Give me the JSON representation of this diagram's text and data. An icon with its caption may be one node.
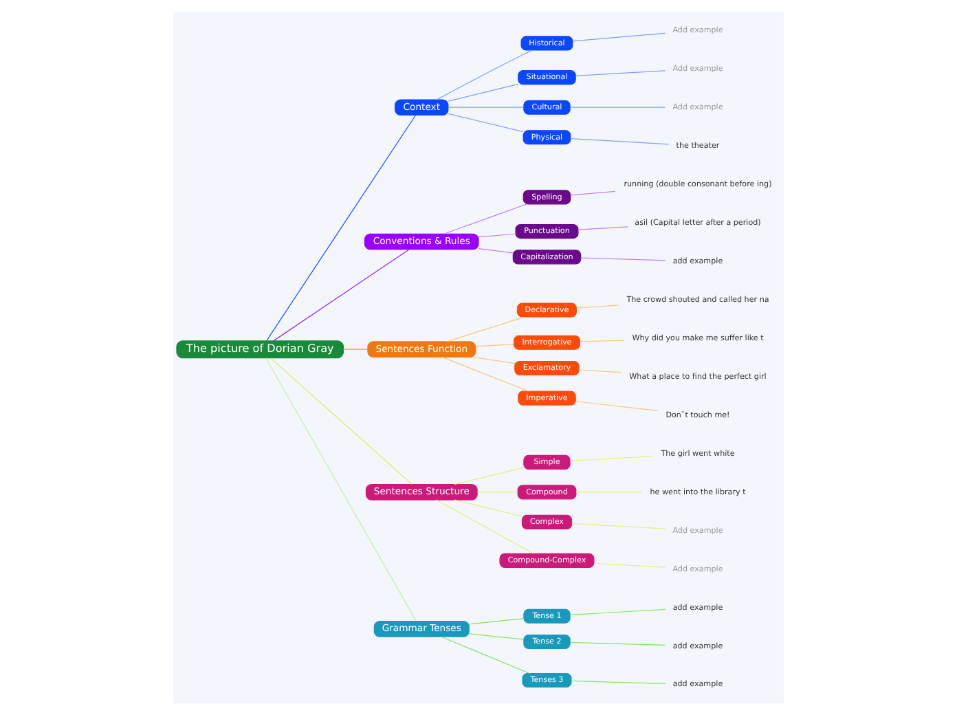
{
  "diagram": {
    "nodes": [
      {
        "text": [
          "The picture of Dorian Gray"
        ]
      },
      {
        "text": [
          "Context"
        ]
      },
      {
        "text": [
          "Historical"
        ]
      },
      {
        "text": [
          "Add example"
        ]
      },
      {
        "text": [
          "Situational"
        ]
      },
      {
        "text": [
          "Add example"
        ]
      },
      {
        "text": [
          "Cultural"
        ]
      },
      {
        "text": [
          "Add example"
        ]
      },
      {
        "text": [
          "Physical"
        ]
      },
      {
        "text": [
          "the theater"
        ]
      },
      {
        "text": [
          "Conventions & Rules"
        ]
      },
      {
        "text": [
          "Spelling"
        ]
      },
      {
        "text": [
          "running (double consonant before ing)"
        ]
      },
      {
        "text": [
          "Punctuation"
        ]
      },
      {
        "text": [
          "asil (Capital letter after a period)"
        ]
      },
      {
        "text": [
          "Capitalization"
        ]
      },
      {
        "text": [
          "add example"
        ]
      },
      {
        "text": [
          "Sentences Function"
        ]
      },
      {
        "text": [
          "Declarative"
        ]
      },
      {
        "text": [
          "The crowd shouted and called her na"
        ]
      },
      {
        "text": [
          "Interrogative"
        ]
      },
      {
        "text": [
          "Why did you make me suffer like t"
        ]
      },
      {
        "text": [
          "Exclamatory"
        ]
      },
      {
        "text": [
          "What a place to find the perfect girl"
        ]
      },
      {
        "text": [
          "Imperative"
        ]
      },
      {
        "text": [
          "Don¨t touch me!"
        ]
      },
      {
        "text": [
          "Sentences Structure"
        ]
      },
      {
        "text": [
          "Simple"
        ]
      },
      {
        "text": [
          "The girl went white"
        ]
      },
      {
        "text": [
          "Compound"
        ]
      },
      {
        "text": [
          "he went into the library t"
        ]
      },
      {
        "text": [
          "Complex"
        ]
      },
      {
        "text": [
          "Add example"
        ]
      },
      {
        "text": [
          "Compound-Complex"
        ]
      },
      {
        "text": [
          "Add example"
        ]
      },
      {
        "text": [
          "Grammar Tenses"
        ]
      },
      {
        "text": [
          "Tense 1"
        ]
      },
      {
        "text": [
          "add example"
        ]
      },
      {
        "text": [
          "Tense 2"
        ]
      },
      {
        "text": [
          "add example"
        ]
      },
      {
        "text": [
          "Tenses 3"
        ]
      },
      {
        "text": [
          "add example"
        ]
      }
    ],
    "edges": [
      {
        "from": 0,
        "to": 1,
        "arrow": "none",
        "color": "#1f4fff"
      },
      {
        "from": 1,
        "to": 2,
        "arrow": "none",
        "color": "#7f9dff"
      },
      {
        "from": 2,
        "to": 3,
        "arrow": "none",
        "color": "#7f9dff"
      },
      {
        "from": 1,
        "to": 4,
        "arrow": "none",
        "color": "#7f9dff"
      },
      {
        "from": 4,
        "to": 5,
        "arrow": "none",
        "color": "#7f9dff"
      },
      {
        "from": 1,
        "to": 6,
        "arrow": "none",
        "color": "#7f9dff"
      },
      {
        "from": 6,
        "to": 7,
        "arrow": "none",
        "color": "#7f9dff"
      },
      {
        "from": 1,
        "to": 8,
        "arrow": "none",
        "color": "#7f9dff"
      },
      {
        "from": 8,
        "to": 9,
        "arrow": "none",
        "color": "#7f9dff"
      },
      {
        "from": 0,
        "to": 10,
        "arrow": "none",
        "color": "#a020ff"
      },
      {
        "from": 10,
        "to": 11,
        "arrow": "none",
        "color": "#c77dff"
      },
      {
        "from": 11,
        "to": 12,
        "arrow": "none",
        "color": "#c77dff"
      },
      {
        "from": 10,
        "to": 13,
        "arrow": "none",
        "color": "#c77dff"
      },
      {
        "from": 13,
        "to": 14,
        "arrow": "none",
        "color": "#c77dff"
      },
      {
        "from": 10,
        "to": 15,
        "arrow": "none",
        "color": "#c77dff"
      },
      {
        "from": 15,
        "to": 16,
        "arrow": "none",
        "color": "#c77dff"
      },
      {
        "from": 0,
        "to": 17,
        "arrow": "none",
        "color": "#f39a20"
      },
      {
        "from": 17,
        "to": 18,
        "arrow": "none",
        "color": "#f9c67a"
      },
      {
        "from": 18,
        "to": 19,
        "arrow": "none",
        "color": "#f9c67a"
      },
      {
        "from": 17,
        "to": 20,
        "arrow": "none",
        "color": "#f9c67a"
      },
      {
        "from": 20,
        "to": 21,
        "arrow": "none",
        "color": "#f9c67a"
      },
      {
        "from": 17,
        "to": 22,
        "arrow": "none",
        "color": "#f9c67a"
      },
      {
        "from": 22,
        "to": 23,
        "arrow": "none",
        "color": "#f9c67a"
      },
      {
        "from": 17,
        "to": 24,
        "arrow": "none",
        "color": "#f9c67a"
      },
      {
        "from": 24,
        "to": 25,
        "arrow": "none",
        "color": "#f9c67a"
      },
      {
        "from": 0,
        "to": 26,
        "arrow": "none",
        "color": "#d8ee50"
      },
      {
        "from": 26,
        "to": 27,
        "arrow": "none",
        "color": "#e2f07a"
      },
      {
        "from": 27,
        "to": 28,
        "arrow": "none",
        "color": "#e2f07a"
      },
      {
        "from": 26,
        "to": 29,
        "arrow": "none",
        "color": "#e2f07a"
      },
      {
        "from": 29,
        "to": 30,
        "arrow": "none",
        "color": "#e2f07a"
      },
      {
        "from": 26,
        "to": 31,
        "arrow": "none",
        "color": "#e2f07a"
      },
      {
        "from": 31,
        "to": 32,
        "arrow": "none",
        "color": "#e2f07a"
      },
      {
        "from": 26,
        "to": 33,
        "arrow": "none",
        "color": "#e2f07a"
      },
      {
        "from": 33,
        "to": 34,
        "arrow": "none",
        "color": "#e2f07a"
      },
      {
        "from": 0,
        "to": 35,
        "arrow": "none",
        "color": "#b8f0a0"
      },
      {
        "from": 35,
        "to": 36,
        "arrow": "none",
        "color": "#7ee860"
      },
      {
        "from": 36,
        "to": 37,
        "arrow": "none",
        "color": "#7ee860"
      },
      {
        "from": 35,
        "to": 38,
        "arrow": "none",
        "color": "#7ee860"
      },
      {
        "from": 38,
        "to": 39,
        "arrow": "none",
        "color": "#7ee860"
      },
      {
        "from": 35,
        "to": 40,
        "arrow": "none",
        "color": "#7ee860"
      },
      {
        "from": 40,
        "to": 41,
        "arrow": "none",
        "color": "#7ee860"
      }
    ]
  }
}
